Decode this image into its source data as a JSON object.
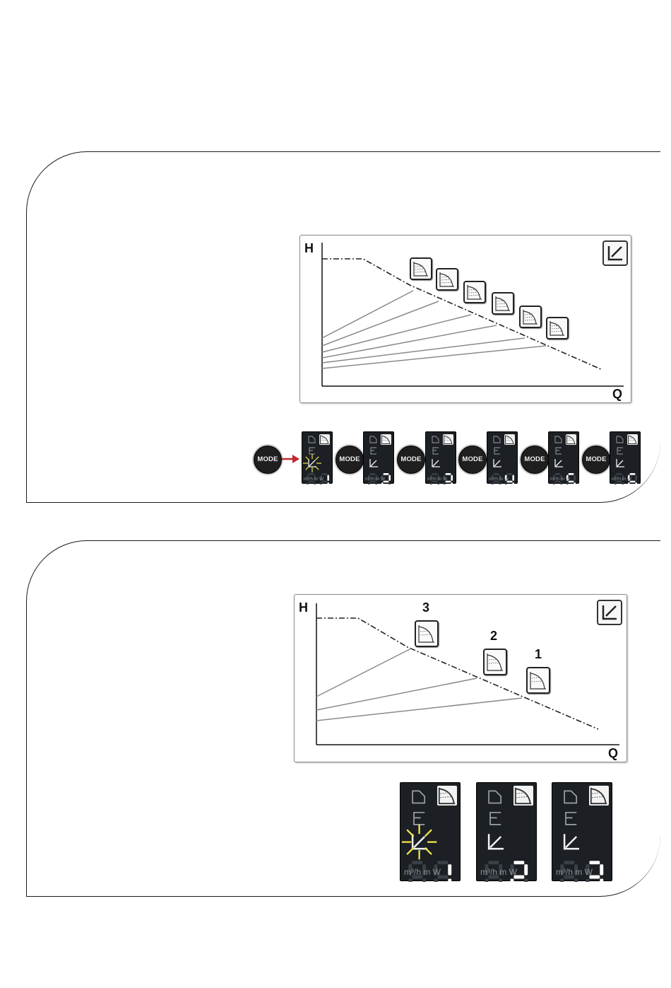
{
  "colors": {
    "panel_border": "#1a1a1a",
    "lcd_bg": "#1c2024",
    "digit_on": "#ffffff",
    "digit_off": "#3a4048",
    "blink": "#f5e64a",
    "arrow": "#c0272d",
    "curve_line": "#8a8a8a"
  },
  "chart1": {
    "y_label": "H",
    "x_label": "Q",
    "corner_icon": "proportional-pressure-icon",
    "curve_count": 6,
    "curve_icon": "speed-curve-icon"
  },
  "chart2": {
    "y_label": "H",
    "x_label": "Q",
    "corner_icon": "proportional-pressure-icon",
    "curve_labels": [
      "3",
      "2",
      "1"
    ],
    "curve_icon": "speed-curve-icon"
  },
  "mode_sequence": {
    "button_label": "MODE",
    "units_label": "m³/h m W",
    "displays": [
      {
        "digit": "1",
        "blinking": true
      },
      {
        "digit": "2",
        "blinking": false
      },
      {
        "digit": "3",
        "blinking": false
      },
      {
        "digit": "4",
        "blinking": false
      },
      {
        "digit": "5",
        "blinking": false
      },
      {
        "digit": "6",
        "blinking": false
      }
    ]
  },
  "selection_displays": {
    "units_label": "m³/h m W",
    "displays": [
      {
        "digit": "1",
        "blinking": true
      },
      {
        "digit": "2",
        "blinking": false
      },
      {
        "digit": "3",
        "blinking": false
      }
    ]
  }
}
